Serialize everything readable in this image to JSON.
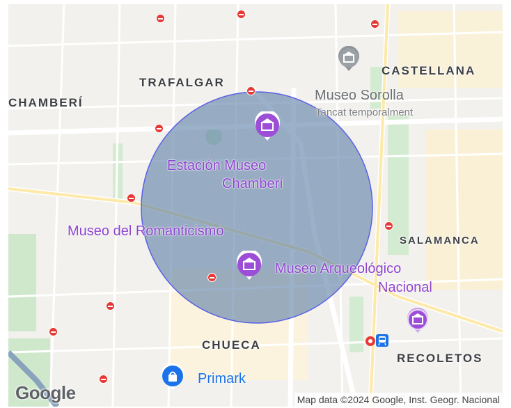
{
  "map": {
    "districts": {
      "trafalgar": "TRAFALGAR",
      "chamberi": "CHAMBERÍ",
      "castellana": "CASTELLANA",
      "salamanca": "SALAMANCA",
      "chueca": "CHUECA",
      "recoletos": "RECOLETOS"
    },
    "pois": {
      "sorolla_title": "Museo Sorolla",
      "sorolla_sub": "Tancat temporalment",
      "estacion_line1": "Estación Museo",
      "estacion_line2": "Chamberí",
      "romanticismo": "Museo del Romanticismo",
      "arqueologico_line1": "Museo Arqueológico",
      "arqueologico_line2": "Nacional",
      "primark": "Primark"
    },
    "logo": "Google",
    "attribution": "Map data ©2024 Google, Inst. Geogr. Nacional",
    "colors": {
      "circle_fill": "#5d7fa8",
      "circle_stroke": "#5a60e6",
      "museum_pin": "#9c4fd6",
      "shop_pin": "#1a73e8",
      "metro": "#e53935"
    },
    "icons": [
      "museum-icon",
      "shopping-bag-icon",
      "metro-icon",
      "train-icon",
      "renfe-icon"
    ]
  }
}
